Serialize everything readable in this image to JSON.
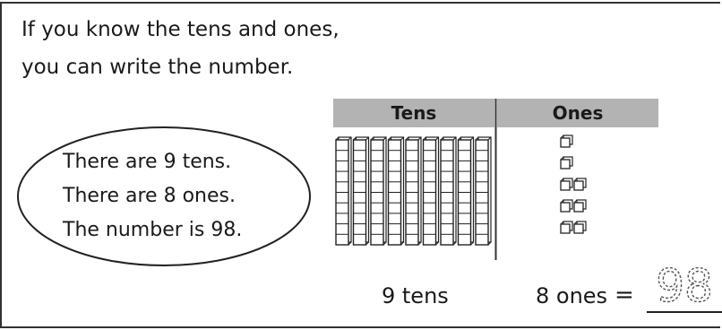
{
  "intro": {
    "line1": "If you know the tens and ones,",
    "line2": "you can write the number."
  },
  "oval": {
    "line1": "There are 9 tens.",
    "line2": "There are 8 ones.",
    "line3": "The number is 98."
  },
  "place_value_chart": {
    "tens_header": "Tens",
    "ones_header": "Ones",
    "tens_rods": 9,
    "ones_cubes": 8,
    "header_color": "#b3b3b3"
  },
  "footer": {
    "tens_text": "9 tens",
    "ones_text": "8 ones",
    "equals": "=",
    "answer": "98"
  }
}
